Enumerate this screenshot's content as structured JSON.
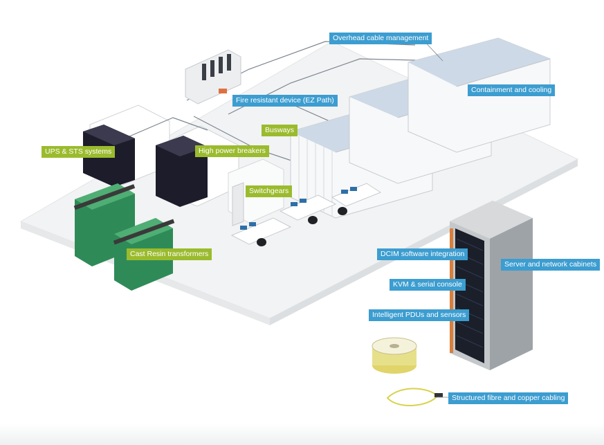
{
  "diagram": {
    "labels": {
      "overhead_cable": "Overhead cable management",
      "containment": "Containment and cooling",
      "fire_resistant": "Fire resistant device (EZ Path)",
      "busways": "Busways",
      "ups_sts": "UPS & STS systems",
      "high_power": "High power breakers",
      "switchgears": "Switchgears",
      "cast_resin": "Cast Resin transformers",
      "dcim": "DCIM software integration",
      "kvm": "KVM & serial console",
      "pdus": "Intelligent PDUs and sensors",
      "server_cabinets": "Server and network cabinets",
      "cabling": "Structured fibre and copper cabling"
    },
    "colors": {
      "blue_label": "#3c9dd0",
      "green_label": "#9bbb2e",
      "floor": "#f2f3f4",
      "wall": "#e4e6e8",
      "rack_white": "#f7f8f9",
      "rack_dark": "#1d1c2b",
      "transformer": "#2e8b57",
      "cabinet_gray": "#b8bcc0",
      "cable_yellow": "#e6e08a"
    }
  }
}
